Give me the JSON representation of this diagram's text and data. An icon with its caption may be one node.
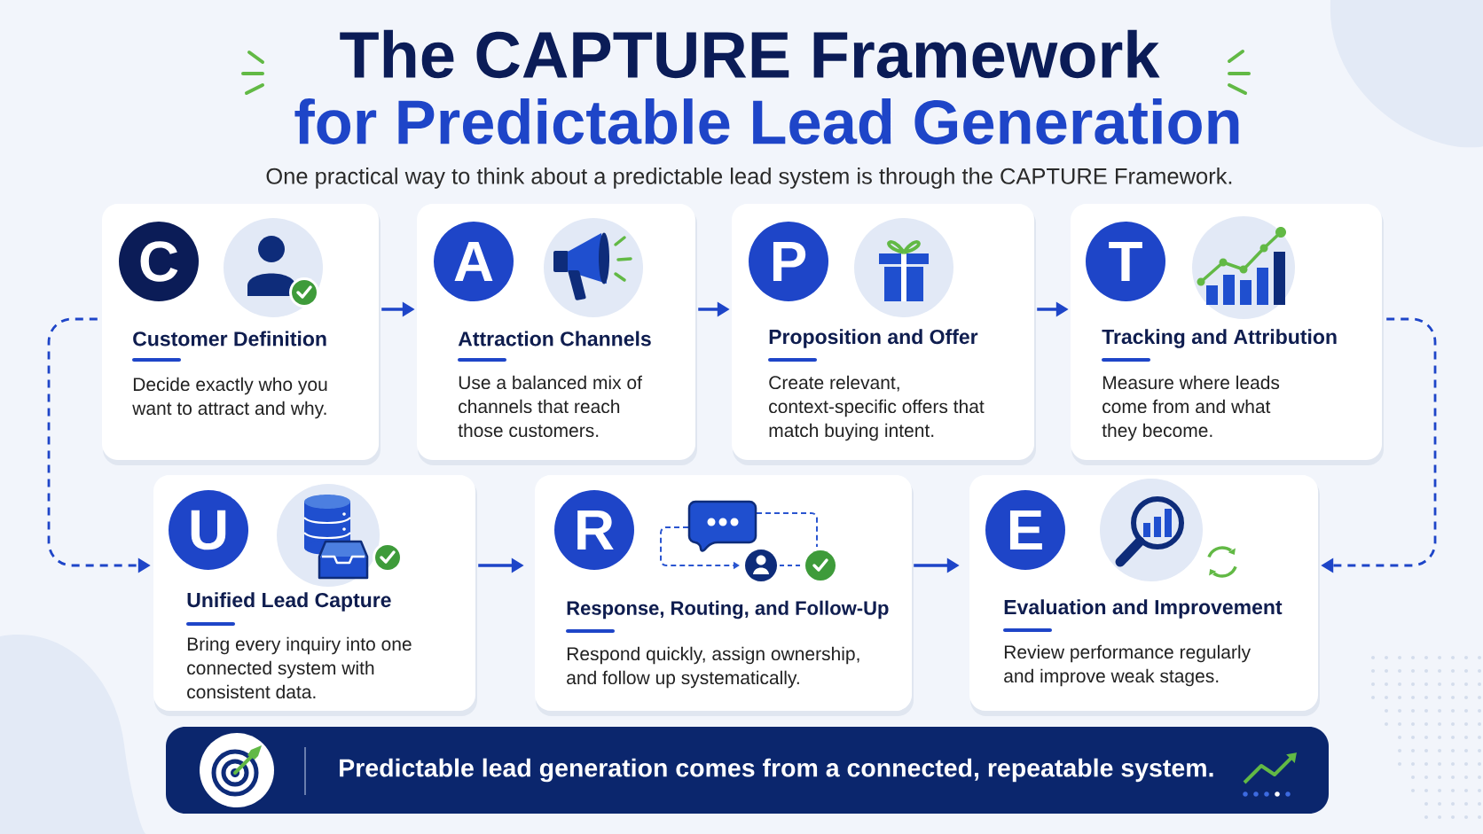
{
  "diagram": {
    "title": "The CAPTURE Framework",
    "nodes": [
      {
        "text": [
          "Customer Definition",
          "Decide exactly who you want to attract and why."
        ]
      },
      {
        "text": [
          "C"
        ],
        "in": 0
      },
      {
        "text": [
          "Attraction Channels",
          "Use a balanced mix of channels that reach those customers."
        ]
      },
      {
        "text": [
          "A"
        ],
        "in": 2
      },
      {
        "text": [
          "Proposition and Offer",
          "Create relevant, context-specific offers that match buying intent."
        ]
      },
      {
        "text": [
          "P"
        ],
        "in": 4
      },
      {
        "text": [
          "Tracking and Attribution",
          "Measure where leads come from and what they become."
        ]
      },
      {
        "text": [
          "T"
        ],
        "in": 6
      },
      {
        "text": [
          "Unified Lead Capture",
          "Bring every inquiry into one connected system with consistent data."
        ]
      },
      {
        "text": [
          "U"
        ],
        "in": 8
      },
      {
        "text": [
          "Response, Routing, and Follow-Up",
          "Respond quickly, assign ownership, and follow up systematically."
        ]
      },
      {
        "text": [
          "R"
        ],
        "in": 10
      },
      {
        "text": [
          "Evaluation and Improvement",
          "Review performance regularly and improve weak stages."
        ]
      },
      {
        "text": [
          "E"
        ],
        "in": 12
      },
      {
        "text": [
          "Predictable lead generation comes from a connected, repeatable system."
        ]
      }
    ],
    "edges": [
      {
        "from": 0,
        "to": 2,
        "arrow": "to"
      },
      {
        "from": 2,
        "to": 4,
        "arrow": "to"
      },
      {
        "from": 4,
        "to": 6,
        "arrow": "to"
      },
      {
        "from": 0,
        "to": 8,
        "arrow": "to",
        "style": "dashed"
      },
      {
        "from": 6,
        "to": 12,
        "arrow": "to",
        "style": "dashed"
      },
      {
        "from": 8,
        "to": 10,
        "arrow": "to"
      },
      {
        "from": 10,
        "to": 12,
        "arrow": "to"
      }
    ],
    "labels": [
      "for Predictable Lead Generation",
      "One practical way to think about a predictable lead system is through the CAPTURE Framework."
    ]
  }
}
